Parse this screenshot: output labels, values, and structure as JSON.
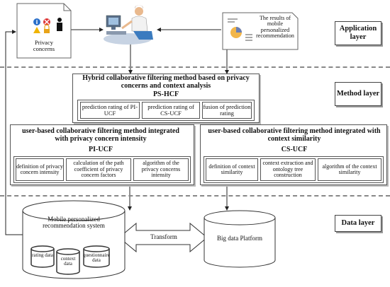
{
  "layers": {
    "application": "Application layer",
    "method": "Method layer",
    "data": "Data layer"
  },
  "app": {
    "privacy_concerns": "Privacy concerns",
    "results": "The results of mobile personalized recommendation"
  },
  "pshcf": {
    "title": "Hybrid collaborative filtering method based on privacy concerns and context analysis",
    "acronym": "PS-HCF",
    "items": [
      "prediction rating of PI-UCF",
      "prediction rating of CS-UCF",
      "fusion of prediction rating"
    ]
  },
  "piucf": {
    "title": "user-based collaborative filtering method integrated with privacy concern intensity",
    "acronym": "PI-UCF",
    "items": [
      "definition of privacy concern intensity",
      "calculation of the path coefficient of privacy concern factors",
      "algorithm of the privacy concerns intensity"
    ]
  },
  "csucf": {
    "title": "user-based collaborative filtering method integrated with context similarity",
    "acronym": "CS-UCF",
    "items": [
      "definition of context similarity",
      "context extraction and ontology tree construction",
      "algorithm of the context similarity"
    ]
  },
  "data": {
    "mobile_system": "Mobile personalized recommendation system",
    "rating": "rating data",
    "context": "context data",
    "questionnaire": "questionnaire data",
    "transform": "Transform",
    "big_data": "Big data Platform"
  }
}
